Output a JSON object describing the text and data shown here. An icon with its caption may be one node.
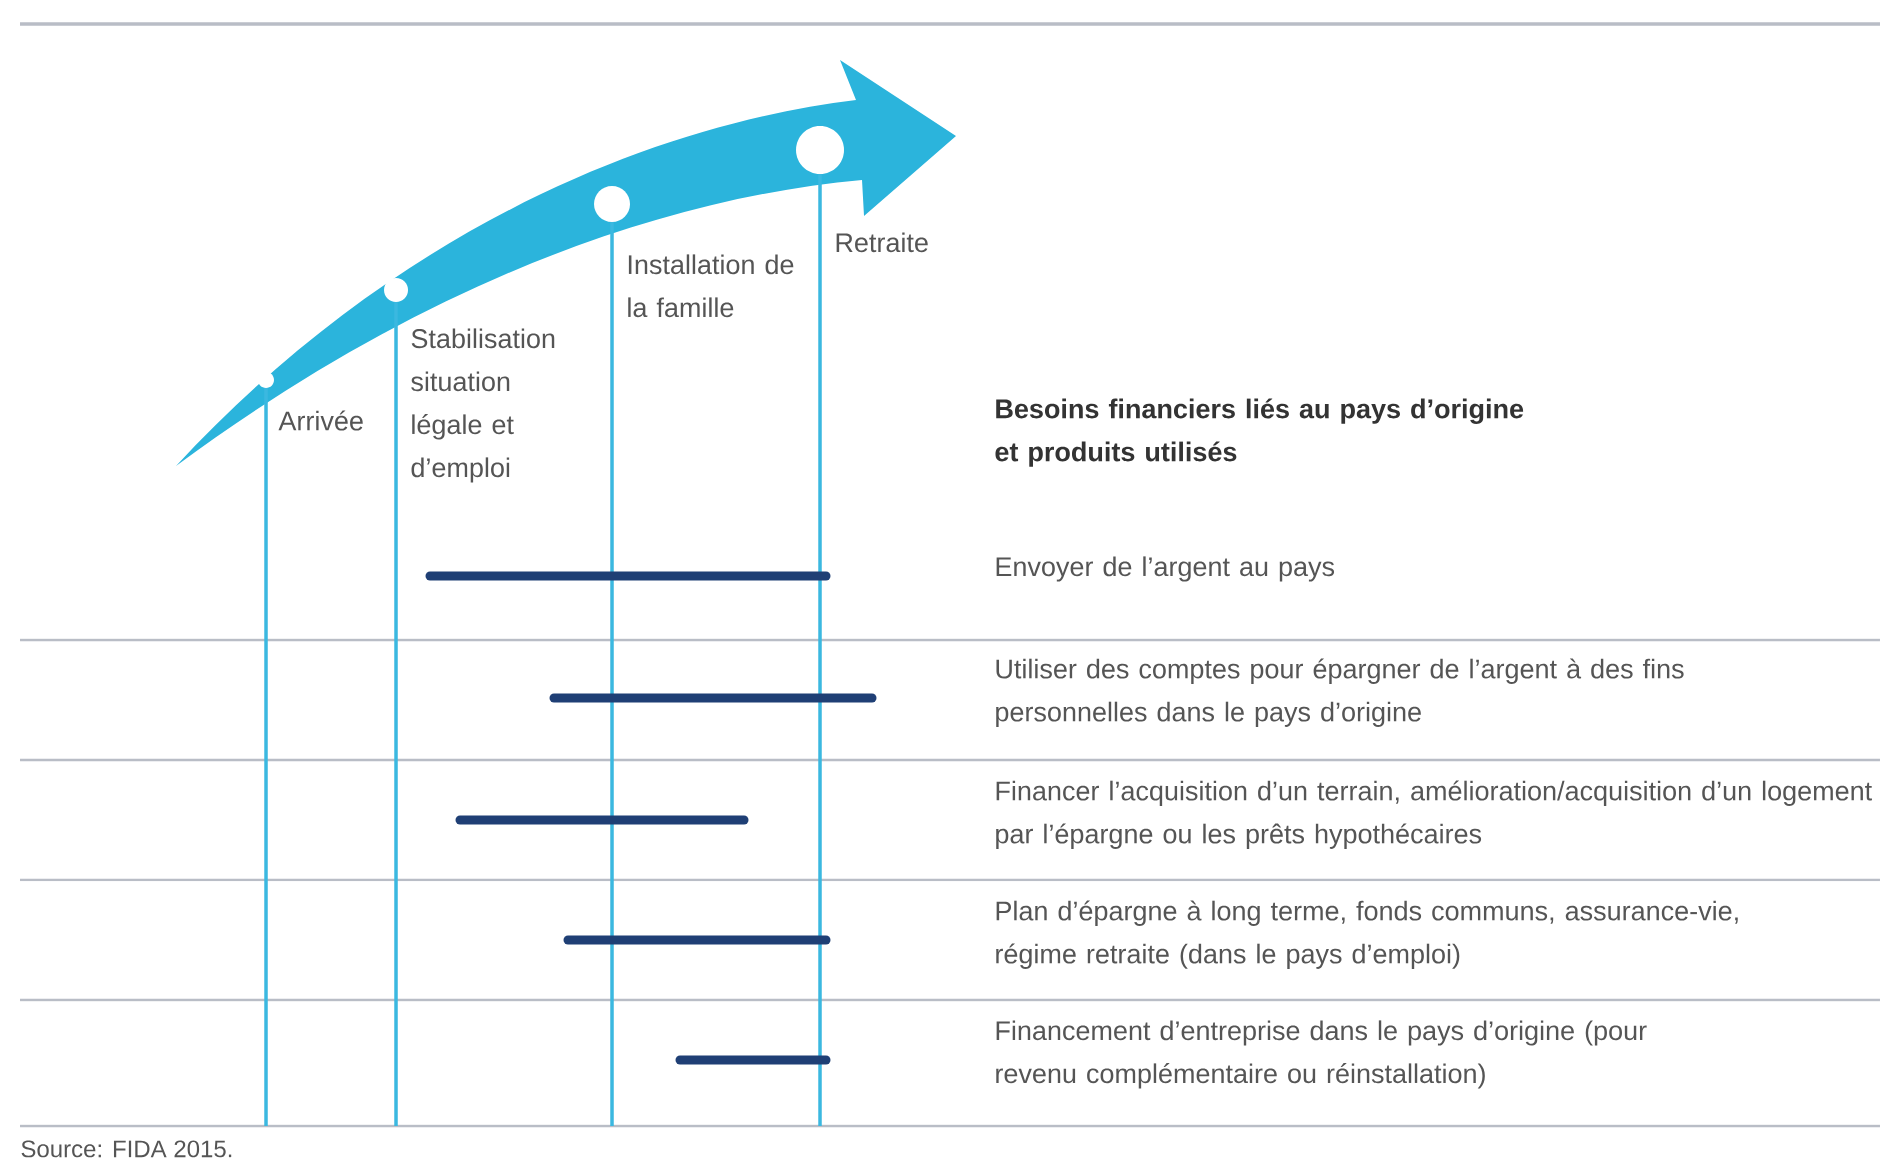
{
  "diagram": {
    "caption": "Source: FIDA 2015.",
    "labels": [
      "Retraite",
      "Installation de la famille",
      "Stabilisation situation légale et d’emploi",
      "Arrivée",
      "Besoins financiers liés au pays d’origine et produits utilisés",
      "Envoyer de l’argent au pays",
      "Utiliser des comptes pour épargner de l’argent à des fins personnelles dans le pays d’origine",
      "Financer l’acquisition d’un terrain, amélioration/acquisition d’un logement par l’épargne ou les prêts hypothécaires",
      "Plan d’épargne à long terme, fonds communs, assurance-vie, régime retraite (dans le pays d’emploi)",
      "Financement d’entreprise dans le pays d’origine (pour revenu complémentaire ou réinstallation)"
    ]
  }
}
